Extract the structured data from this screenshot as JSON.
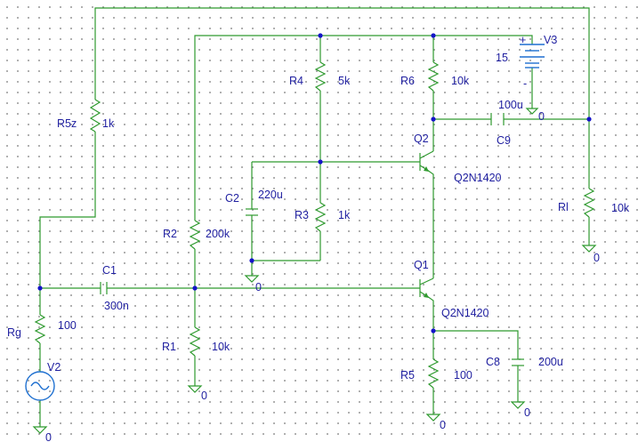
{
  "components": {
    "r5z": {
      "name": "R5z",
      "value": "1k"
    },
    "r4": {
      "name": "R4",
      "value": "5k"
    },
    "r6": {
      "name": "R6",
      "value": "10k"
    },
    "v3": {
      "name": "V3",
      "value": "15",
      "plus": "+",
      "minus": "-"
    },
    "c9": {
      "name": "C9",
      "value": "100u"
    },
    "q2": {
      "name": "Q2",
      "model": "Q2N1420"
    },
    "c2": {
      "name": "C2",
      "value": "220u"
    },
    "r3": {
      "name": "R3",
      "value": "1k"
    },
    "r2": {
      "name": "R2",
      "value": "200k"
    },
    "rl": {
      "name": "Rl",
      "value": "10k"
    },
    "c1": {
      "name": "C1",
      "value": "300n"
    },
    "q1": {
      "name": "Q1",
      "model": "Q2N1420"
    },
    "rg": {
      "name": "Rg",
      "value": "100"
    },
    "v2": {
      "name": "V2"
    },
    "r1": {
      "name": "R1",
      "value": "10k"
    },
    "r5": {
      "name": "R5",
      "value": "100"
    },
    "c8": {
      "name": "C8",
      "value": "200u"
    }
  },
  "ground_label": "0"
}
